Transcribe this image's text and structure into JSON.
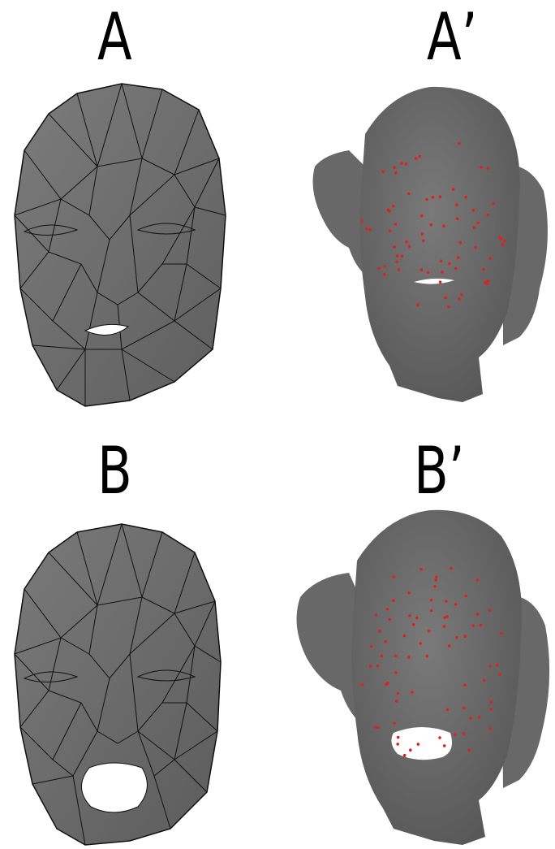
{
  "labels": {
    "a": "A",
    "a_prime": "A’",
    "b": "B",
    "b_prime": "B’"
  },
  "colors": {
    "mesh_fill": "#6f6f6f",
    "mesh_edge": "#111111",
    "statue_fill": "#6c6c6c",
    "landmark": "#e0201e",
    "background": "#ffffff"
  }
}
